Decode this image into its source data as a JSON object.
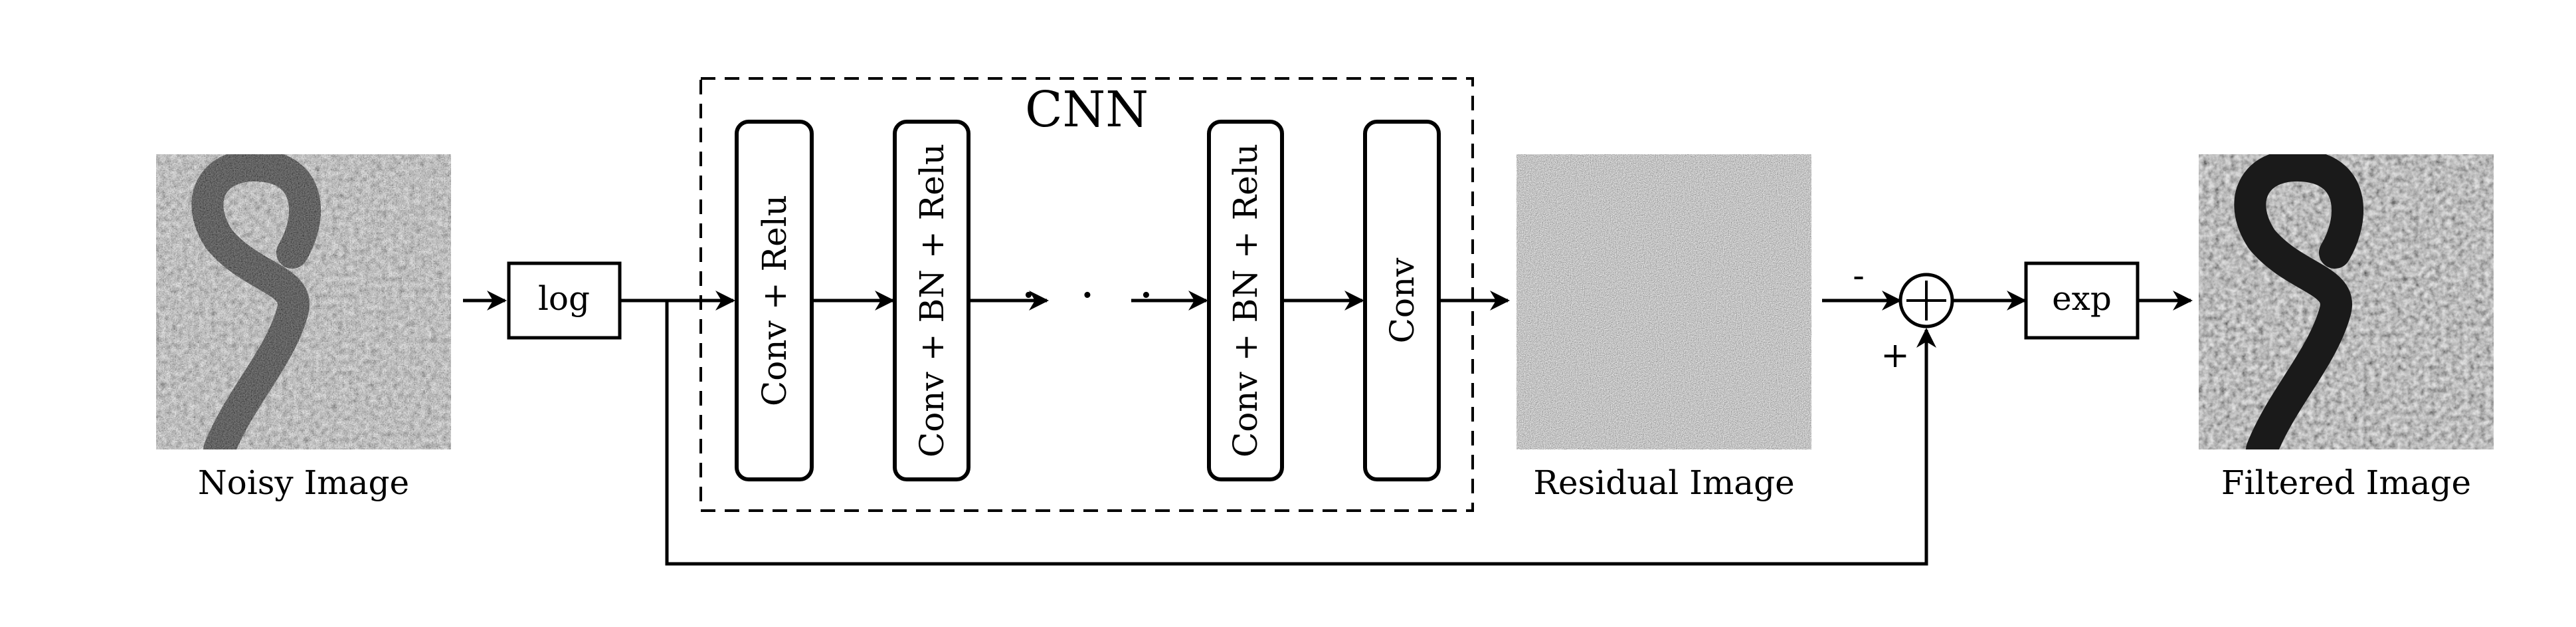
{
  "images": {
    "noisy_caption": "Noisy Image",
    "residual_caption": "Residual Image",
    "filtered_caption": "Filtered Image"
  },
  "ops": {
    "log": "log",
    "exp": "exp"
  },
  "cnn": {
    "title": "CNN",
    "blocks": [
      "Conv + Relu",
      "Conv + BN + Relu",
      "Conv + BN + Relu",
      "Conv"
    ],
    "ellipsis": "· · ·"
  },
  "sum_node": {
    "minus_sign": "-",
    "plus_sign": "+"
  }
}
